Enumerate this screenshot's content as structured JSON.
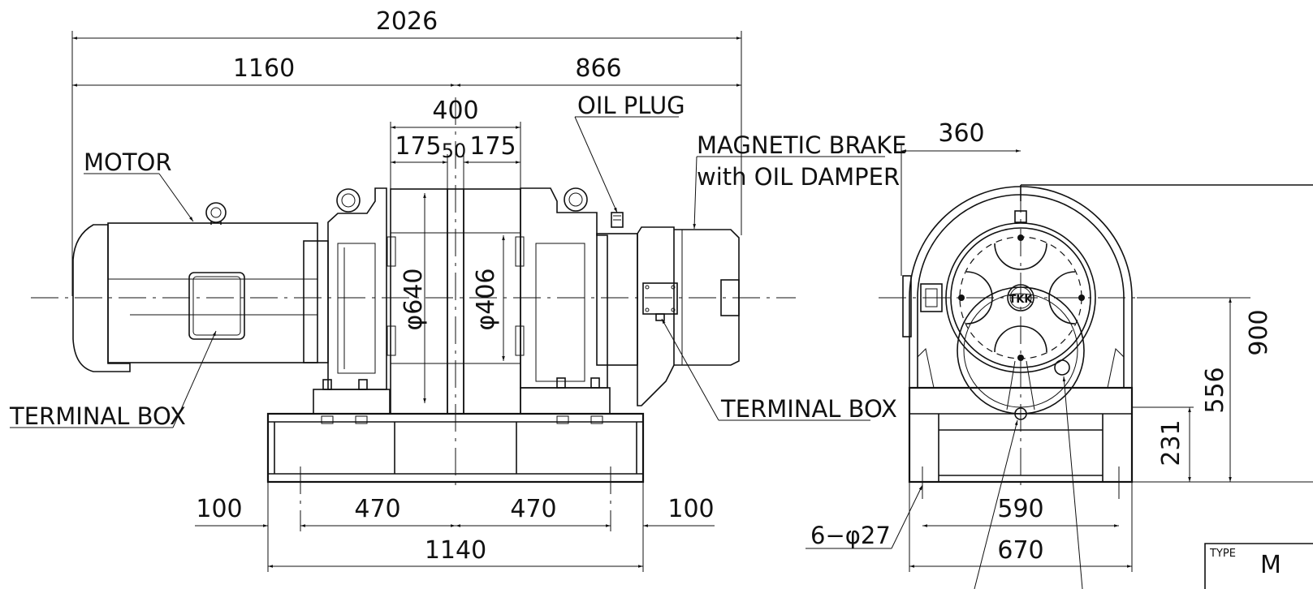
{
  "dimensions": {
    "overall_length": "2026",
    "motor_side_length": "1160",
    "brake_side_length": "866",
    "drum_span": "400",
    "drum_left_width": "175",
    "drum_gap": "50",
    "drum_right_width": "175",
    "flange_diameter": "φ640",
    "drum_diameter": "φ406",
    "base_left_offset": "100",
    "base_left_pitch": "470",
    "base_right_pitch": "470",
    "base_right_offset": "100",
    "base_length": "1140",
    "side_offset": "360",
    "overall_height": "900",
    "center_height": "556",
    "base_height": "231",
    "bolt_pitch": "590",
    "base_width": "670"
  },
  "labels": {
    "motor": "MOTOR",
    "terminal_box_left": "TERMINAL BOX",
    "oil_plug": "OIL PLUG",
    "brake_line1": "MAGNETIC BRAKE",
    "brake_line2": "with OIL DAMPER",
    "terminal_box_right": "TERMINAL BOX",
    "bolt_holes": "6−φ27",
    "logo": "TKK"
  },
  "title_block": {
    "type_label": "TYPE",
    "type_value": "M"
  }
}
